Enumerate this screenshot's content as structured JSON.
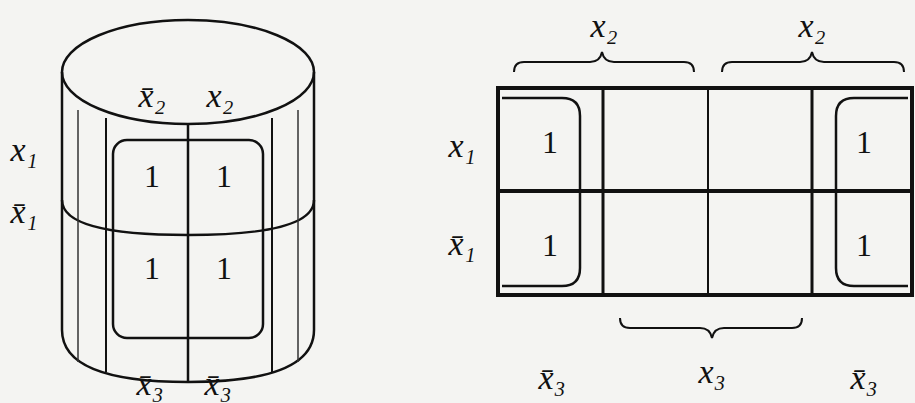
{
  "diagram": {
    "labels": [
      "x̄₂",
      "x₂",
      "x₁",
      "x̄₁",
      "1",
      "1",
      "1",
      "1",
      "x̄₃",
      "x̄₃",
      "x₂",
      "x₂",
      "x₁",
      "x̄₁",
      "1",
      "1",
      "1",
      "1",
      "x̄₃",
      "x₃",
      "x̄₃"
    ]
  }
}
